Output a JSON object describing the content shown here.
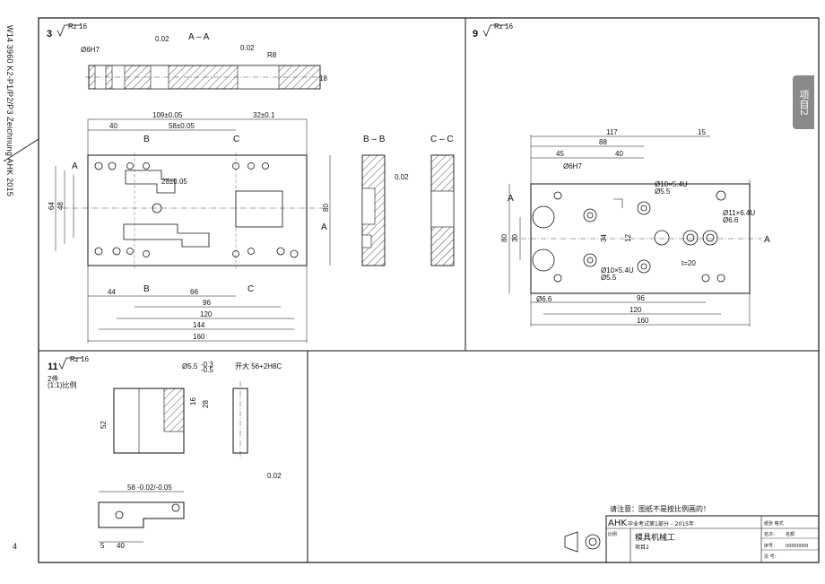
{
  "side_note": "W14 3960 K2-P1/P2/P3 Zeichnung AHK 2015",
  "page_number": "4",
  "tab_label": "项目2",
  "panels": {
    "p3": {
      "number": "3",
      "surface": "Rz 16"
    },
    "p9": {
      "number": "9",
      "surface": "Rz 16"
    },
    "p11": {
      "number": "11",
      "surface": "Rz 16",
      "note_line1": "2件",
      "note_line2": "(1:1)比例"
    }
  },
  "sections": {
    "aa": "A – A",
    "bb": "B – B",
    "cc": "C – C",
    "cut_a": "A",
    "cut_b": "B",
    "cut_c": "C"
  },
  "dims_p3": {
    "d109": "109±0.05",
    "d32": "32±0.1",
    "d40": "40",
    "d58": "58±0.05",
    "d28": "28±0.05",
    "d44": "44",
    "d66": "66",
    "d96": "96",
    "d120": "120",
    "d144": "144",
    "d160": "160",
    "d80": "80",
    "d64": "64",
    "d48": "48",
    "d6h7": "Ø6H7",
    "d002": "0.02",
    "d18": "18",
    "r8": "R8"
  },
  "dims_p9": {
    "d117": "117",
    "d15": "15",
    "d88": "88",
    "d45": "45",
    "d40": "40",
    "d6h7": "Ø6H7",
    "dhole1": "Ø10×5.4U",
    "dhole1b": "Ø5.5",
    "dhole2": "Ø11×6.4U",
    "dhole2b": "Ø6.6",
    "d96": "96",
    "d120": "120",
    "d160": "160",
    "d66": "Ø6.6",
    "d80": "80",
    "d30": "30",
    "d34": "34",
    "d12": "12",
    "t20": "t=20"
  },
  "dims_p11": {
    "d55": "Ø5.5",
    "tol1": "-0.3",
    "tol2": "-0.5",
    "lbl": "开大 56+2H8C",
    "d52": "52",
    "d58": "58 -0.02/-0.05",
    "d40": "40",
    "d5": "5",
    "d16": "16",
    "d28": "28",
    "d002": "0.02"
  },
  "title_block": {
    "note": "请注意：图纸不是按比例画的！",
    "org": "AHK",
    "exam": "毕业考试第1部分 – 2015年",
    "scale_label": "比例",
    "title": "模具机械工",
    "project": "项目2",
    "r_sheet": "纸张\n格式",
    "r_name": "名次：",
    "r_name_val": "名额",
    "r_no": "序号：",
    "r_no_val": "00000000",
    "r_page": "页\n号："
  }
}
